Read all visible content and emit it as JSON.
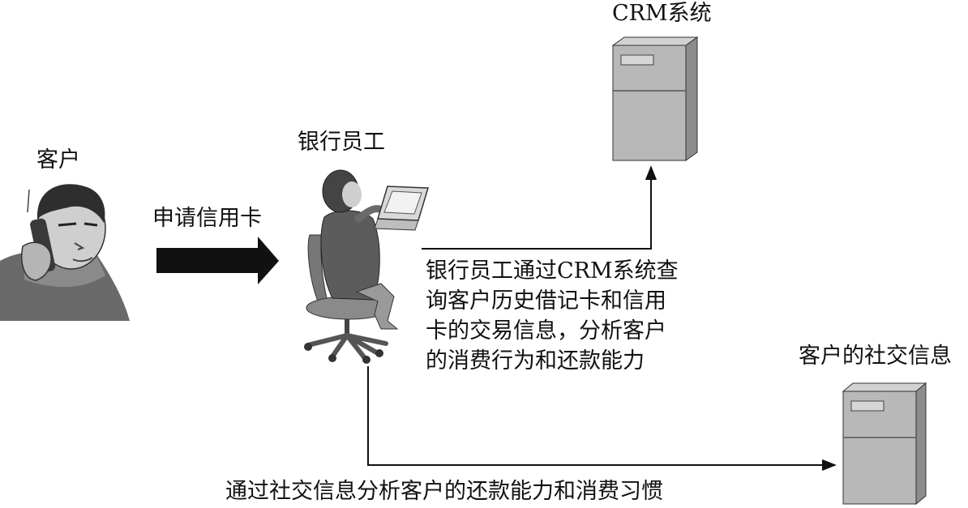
{
  "labels": {
    "customer": "客户",
    "apply_credit_card": "申请信用卡",
    "bank_employee": "银行员工",
    "crm_system": "CRM系统",
    "customer_social_info": "客户的社交信息",
    "employee_description": [
      "银行员工通过CRM系统查",
      "询客户历史借记卡和信用",
      "卡的交易信息，分析客户",
      "的消费行为和还款能力"
    ],
    "social_analysis": "通过社交信息分析客户的还款能力和消费习惯"
  },
  "icons": {
    "customer": "person-on-phone-icon",
    "employee": "employee-at-laptop-icon",
    "crm_server": "server-tower-icon",
    "social_server": "server-tower-icon",
    "flow_arrow": "thick-right-arrow-icon"
  },
  "colors": {
    "line": "#111111",
    "server_body": "#b8b8b8",
    "server_shade": "#8c8c8c",
    "figure_dark": "#555555",
    "figure_mid": "#9a9a9a"
  }
}
